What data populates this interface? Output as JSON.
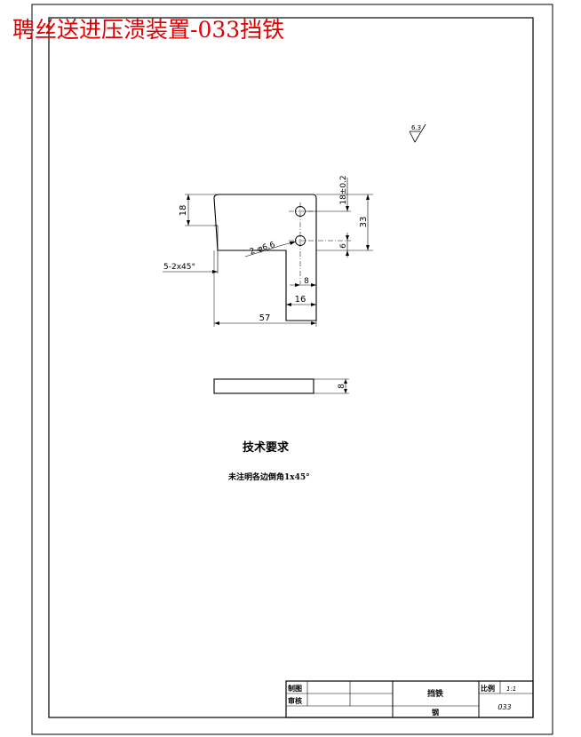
{
  "watermark": {
    "text": "聘丝送进压溃装置-033挡铁",
    "color": "#e00000"
  },
  "roughness": {
    "value": "6.3"
  },
  "front_view": {
    "dim_width_total": "57",
    "dim_hole_x": "16",
    "dim_hole_edge": "8",
    "dim_height_total": "33",
    "dim_hole_y": "18±0.2",
    "dim_bottom": "6",
    "dim_left_height": "18",
    "hole_label": "2-φ6.6",
    "chamfer_label": "5-2x45°"
  },
  "side_view": {
    "dim_thickness": "8"
  },
  "tech_req": {
    "title": "技术要求",
    "note": "未注明各边倒角1x45°"
  },
  "title_block": {
    "drawn_label": "制图",
    "checked_label": "审核",
    "part_name": "挡铁",
    "material": "钢",
    "scale_label": "比例",
    "scale_value": "1:1",
    "drawing_no": "033"
  },
  "colors": {
    "line": "#000000",
    "background": "#ffffff"
  }
}
